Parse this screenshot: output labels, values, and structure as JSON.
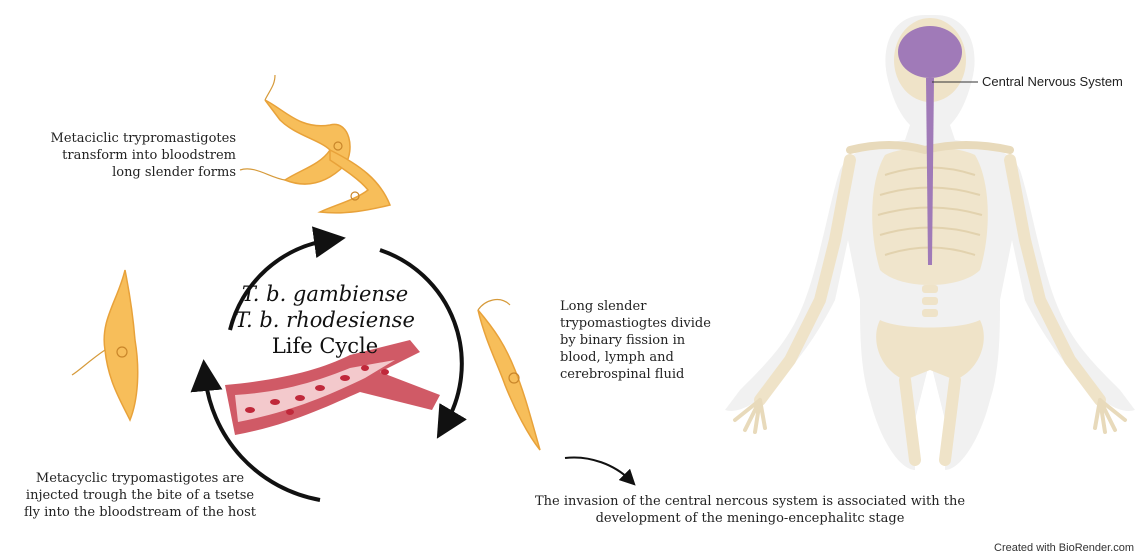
{
  "title": {
    "line1": "T. b. gambiense",
    "line2": "T. b. rhodesiense",
    "line3": "Life Cycle"
  },
  "captions": {
    "metacyclic_transform": [
      "Metaciclic trypromastigotes",
      "transform into bloodstrem",
      "long slender forms"
    ],
    "slender_divide": [
      "Long slender",
      "trypomastiogtes divide",
      "by binary fission in",
      "blood, lymph and",
      "cerebrospinal fluid"
    ],
    "injection": [
      "Metacyclic trypomastigotes are",
      "injected trough the bite of a tsetse",
      "fly into the bloodstream of the host"
    ],
    "cns_invasion": [
      "The invasion of the central nercous system is associated with the",
      "development of the meningo-encephalitc stage"
    ]
  },
  "labels": {
    "cns": "Central Nervous System",
    "credit": "Created with BioRender.com"
  },
  "colors": {
    "parasite_fill": "#f7be5a",
    "parasite_stroke": "#e8a23a",
    "vessel": "#d05a66",
    "vessel_light": "#f3c9cc",
    "blood_cell": "#c0283a",
    "skeleton": "#efe3c8",
    "brain": "#a07ab8",
    "arrow": "#111111"
  }
}
